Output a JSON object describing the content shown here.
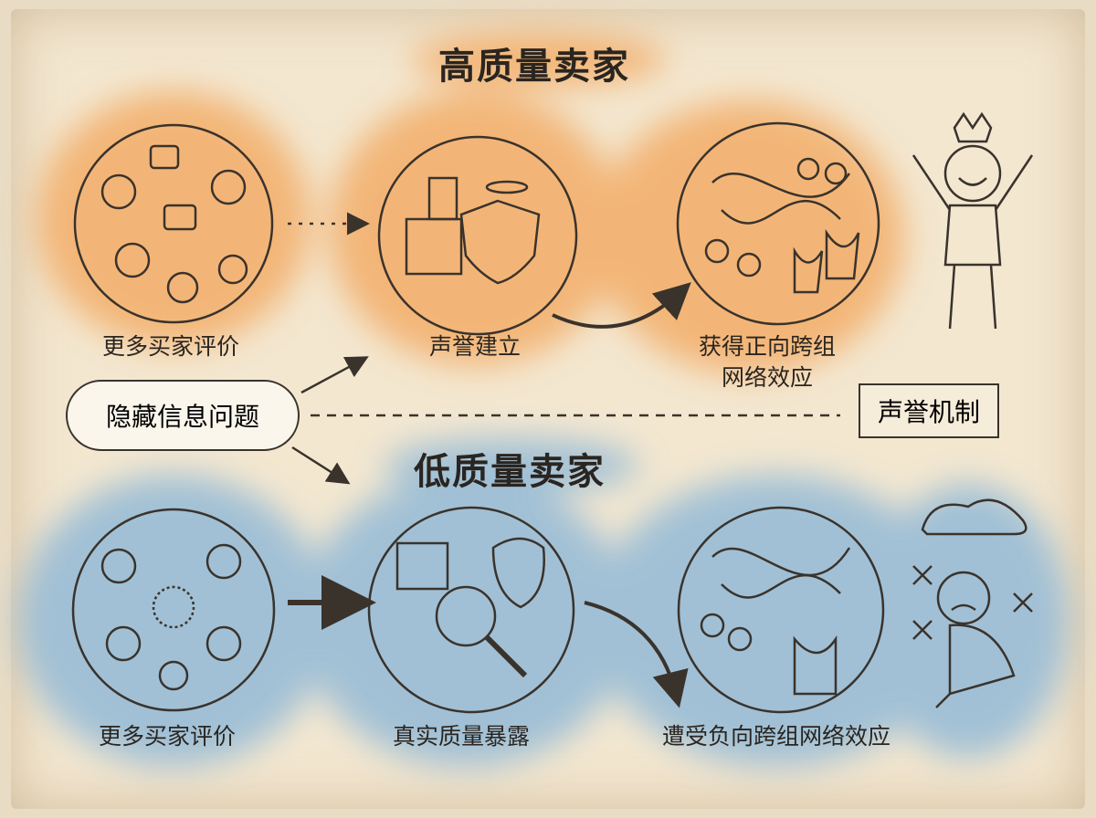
{
  "titles": {
    "high": "高质量卖家",
    "low": "低质量卖家"
  },
  "top_row": {
    "step1": "更多买家评价",
    "step2": "声誉建立",
    "step3_line1": "获得正向跨组",
    "step3_line2": "网络效应"
  },
  "bottom_row": {
    "step1": "更多买家评价",
    "step2": "真实质量暴露",
    "step3": "遭受负向跨组网络效应"
  },
  "center": {
    "problem": "隐藏信息问题",
    "mechanism": "声誉机制"
  },
  "colors": {
    "orange": "#f3a55a",
    "blue": "#7fb0d8",
    "ink": "#2a2520",
    "paper": "#f3e7d0"
  }
}
